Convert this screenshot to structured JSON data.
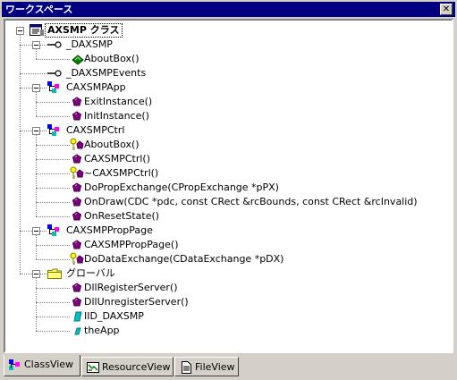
{
  "window": {
    "title": "ワークスペース",
    "close_glyph": "✕"
  },
  "tree": {
    "root": {
      "label": "AXSMP クラス"
    },
    "nodes": [
      {
        "label": "_DAXSMP"
      },
      {
        "label": "AboutBox()"
      },
      {
        "label": "_DAXSMPEvents"
      },
      {
        "label": "CAXSMPApp"
      },
      {
        "label": "ExitInstance()"
      },
      {
        "label": "InitInstance()"
      },
      {
        "label": "CAXSMPCtrl"
      },
      {
        "label": "AboutBox()"
      },
      {
        "label": "CAXSMPCtrl()"
      },
      {
        "label": "~CAXSMPCtrl()"
      },
      {
        "label": "DoPropExchange(CPropExchange *pPX)"
      },
      {
        "label": "OnDraw(CDC *pdc, const CRect &rcBounds, const CRect &rcInvalid)"
      },
      {
        "label": "OnResetState()"
      },
      {
        "label": "CAXSMPPropPage"
      },
      {
        "label": "CAXSMPPropPage()"
      },
      {
        "label": "DoDataExchange(CDataExchange *pDX)"
      },
      {
        "label": "グローバル"
      },
      {
        "label": "DllRegisterServer()"
      },
      {
        "label": "DllUnregisterServer()"
      },
      {
        "label": "IID_DAXSMP"
      },
      {
        "label": "theApp"
      }
    ]
  },
  "tabs": [
    {
      "label": "ClassView",
      "icon": "classview-icon",
      "active": true
    },
    {
      "label": "ResourceView",
      "icon": "resourceview-icon",
      "active": false
    },
    {
      "label": "FileView",
      "icon": "fileview-icon",
      "active": false
    }
  ],
  "colors": {
    "titlebar": "#000080",
    "method_purple": "#800080",
    "class_blue": "#0000ff",
    "class_magenta": "#ff00ff",
    "class_cyan": "#00c0c0",
    "folder_yellow": "#ffff80",
    "key_yellow": "#c0c000"
  }
}
